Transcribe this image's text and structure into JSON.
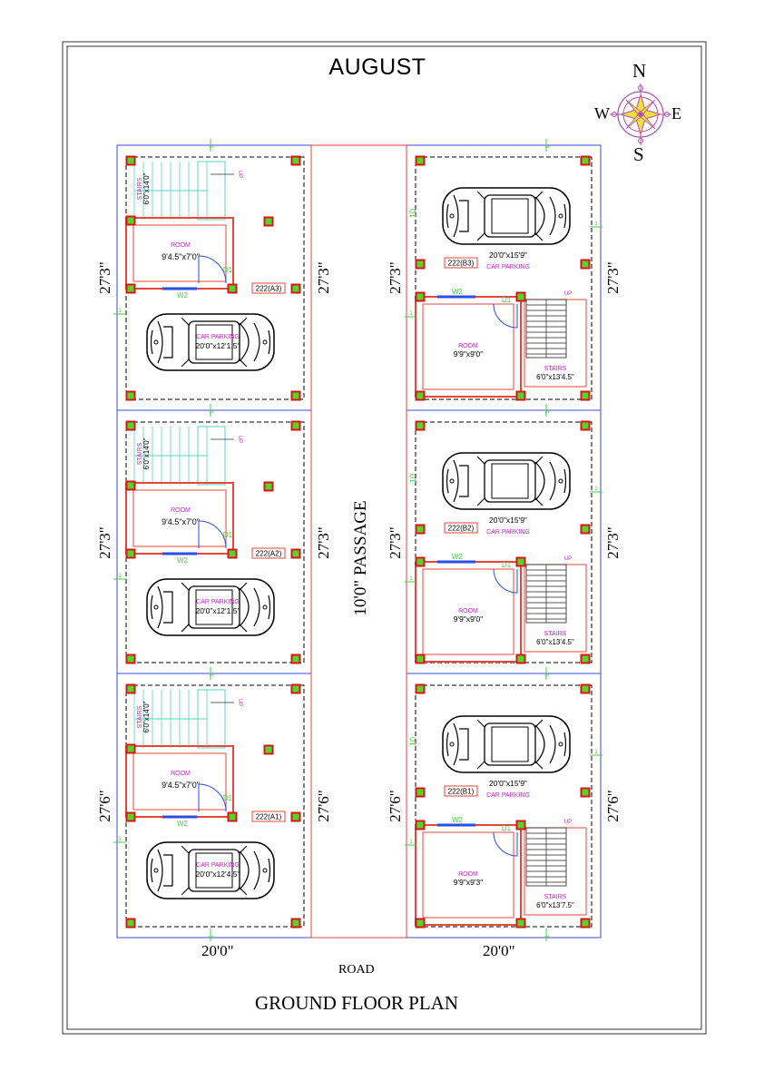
{
  "title": "AUGUST",
  "footer_title": "GROUND FLOOR PLAN",
  "road_label": "ROAD",
  "passage_label": "10'0\" PASSAGE",
  "compass": {
    "n": "N",
    "s": "S",
    "e": "E",
    "w": "W"
  },
  "bottom_dims": {
    "left": "20'0\"",
    "right": "20'0\""
  },
  "room_tag": "ROOM",
  "stairs_tag": "STAIRS",
  "parking_tag": "CAR PARKING",
  "up_tag": "UP",
  "d1_tag": "D1",
  "w2_tag": "W2",
  "dim_tick": "10",
  "plots": [
    {
      "id": "222(A3)",
      "depth": "27'3\"",
      "room_size": "9'4.5\"x7'0\"",
      "stairs_size": "6'0\"x14'0\"",
      "parking_size": "20'0\"x12'1.5\""
    },
    {
      "id": "222(A2)",
      "depth": "27'3\"",
      "room_size": "9'4.5\"x7'0\"",
      "stairs_size": "6'0\"x14'0\"",
      "parking_size": "20'0\"x12'1.5\""
    },
    {
      "id": "222(A1)",
      "depth": "27'6\"",
      "room_size": "9'4.5\"x7'0\"",
      "stairs_size": "6'0\"x14'0\"",
      "parking_size": "20'0\"x12'4.5\""
    },
    {
      "id": "222(B3)",
      "depth": "27'3\"",
      "room_size": "9'9\"x9'0\"",
      "stairs_size": "6'0\"x13'4.5\"",
      "parking_size": "20'0\"x15'9\""
    },
    {
      "id": "222(B2)",
      "depth": "27'3\"",
      "room_size": "9'9\"x9'0\"",
      "stairs_size": "6'0\"x13'4.5\"",
      "parking_size": "20'0\"x15'9\""
    },
    {
      "id": "222(B1)",
      "depth": "27'6\"",
      "room_size": "9'9\"x9'3\"",
      "stairs_size": "6'0\"x13'7.5\"",
      "parking_size": "20'0\"x15'9\""
    }
  ],
  "colors": {
    "wall": "#e8463c",
    "plot": "#3b4bd8",
    "column": "#d41818",
    "column_fill": "#5bd22a",
    "label": "#cc22cc",
    "dim": "#44cc44",
    "stairs_a": "#55d4c4",
    "window": "#2a4ee0"
  }
}
